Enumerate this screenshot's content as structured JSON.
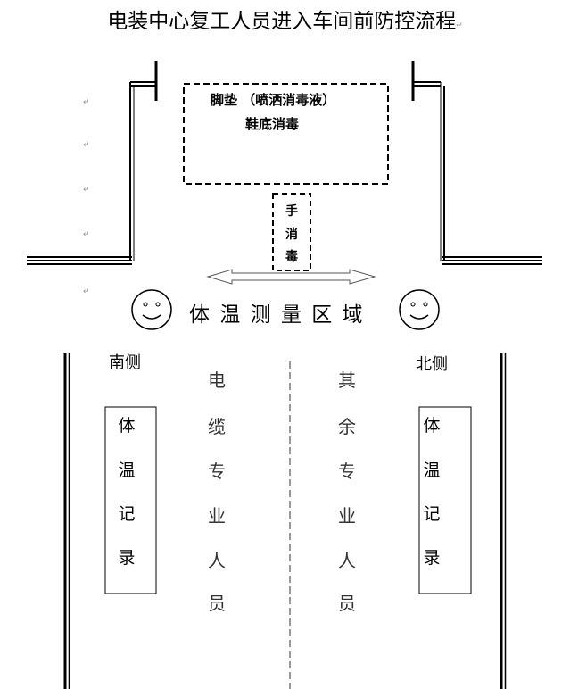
{
  "title": "电装中心复工人员进入车间前防控流程",
  "paragraph_mark": "↵",
  "foot_mat": {
    "line1": "脚垫 （喷洒消毒液）",
    "line2": "鞋底消毒"
  },
  "hand_disinfection": [
    "手",
    "消",
    "毒"
  ],
  "temperature_zone": "体 温 测 量 区 域",
  "south_side": {
    "label": "南侧",
    "record_box": [
      "体",
      "温",
      "记",
      "录"
    ]
  },
  "north_side": {
    "label": "北侧",
    "record_box": [
      "体",
      "温",
      "记",
      "录"
    ]
  },
  "lanes": {
    "left": [
      "电",
      "缆",
      "专",
      "业",
      "人",
      "员"
    ],
    "right": [
      "其",
      "余",
      "专",
      "业",
      "人",
      "员"
    ]
  }
}
